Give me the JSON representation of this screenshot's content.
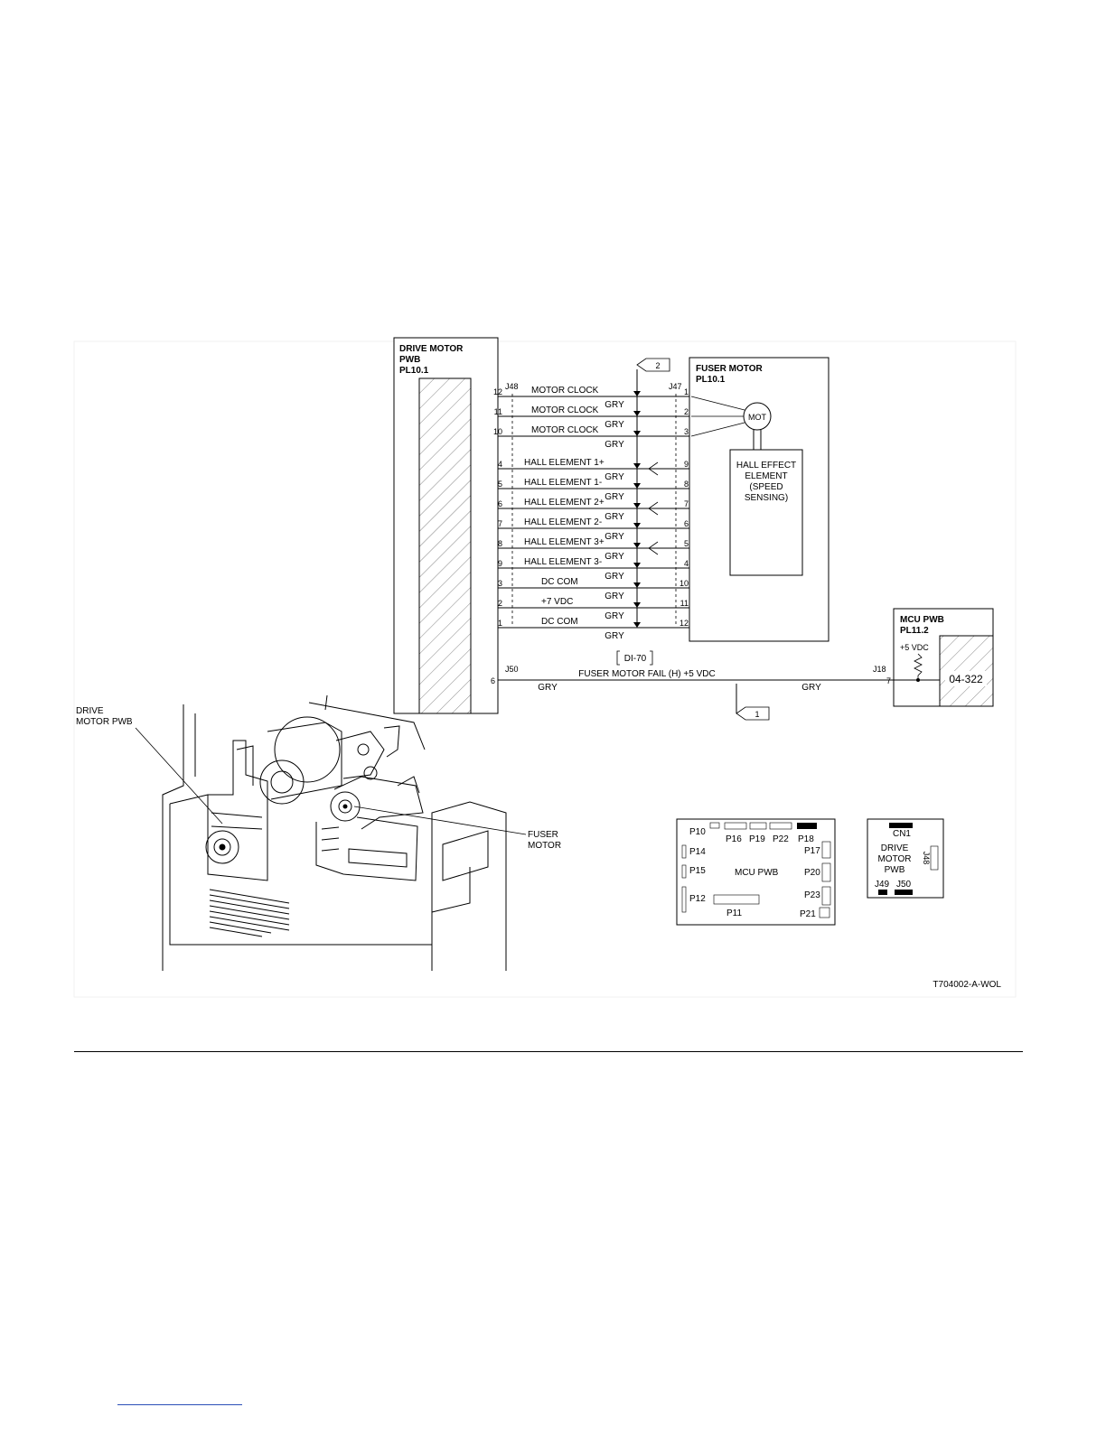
{
  "drive_pwb": {
    "title": [
      "DRIVE MOTOR",
      "PWB",
      "PL10.1"
    ],
    "conn_top": "J48",
    "conn_bottom": "J50"
  },
  "fuser_motor": {
    "title": [
      "FUSER MOTOR",
      "PL10.1"
    ],
    "conn": "J47",
    "mot": "MOT"
  },
  "hall_box": [
    "HALL EFFECT",
    "ELEMENT",
    "(SPEED",
    "SENSING)"
  ],
  "mcu_pwb": {
    "title": [
      "MCU PWB",
      "PL11.2"
    ],
    "conn": "J18",
    "voltage": "+5 VDC",
    "code": "04-322",
    "pin": "7"
  },
  "callout_top": "2",
  "callout_bottom": "1",
  "di_label": "DI-70",
  "fail_signal": {
    "label": "FUSER MOTOR FAIL (H) +5 VDC",
    "pin": "6",
    "color_left": "GRY",
    "color_right": "GRY"
  },
  "wires": [
    {
      "left": "12",
      "right": "1",
      "label": "MOTOR CLOCK",
      "color": "GRY"
    },
    {
      "left": "11",
      "right": "2",
      "label": "MOTOR CLOCK",
      "color": "GRY"
    },
    {
      "left": "10",
      "right": "3",
      "label": "MOTOR CLOCK",
      "color": "GRY"
    },
    {
      "left": "4",
      "right": "9",
      "label": "HALL ELEMENT 1+",
      "color": "GRY"
    },
    {
      "left": "5",
      "right": "8",
      "label": "HALL ELEMENT 1-",
      "color": "GRY"
    },
    {
      "left": "6",
      "right": "7",
      "label": "HALL ELEMENT 2+",
      "color": "GRY"
    },
    {
      "left": "7",
      "right": "6",
      "label": "HALL ELEMENT 2-",
      "color": "GRY"
    },
    {
      "left": "8",
      "right": "5",
      "label": "HALL ELEMENT 3+",
      "color": "GRY"
    },
    {
      "left": "9",
      "right": "4",
      "label": "HALL ELEMENT 3-",
      "color": "GRY"
    },
    {
      "left": "3",
      "right": "10",
      "label": "DC COM",
      "color": "GRY"
    },
    {
      "left": "2",
      "right": "11",
      "label": "+7 VDC",
      "color": "GRY"
    },
    {
      "left": "1",
      "right": "12",
      "label": "DC COM",
      "color": "GRY"
    }
  ],
  "illustration": {
    "drive_label": [
      "DRIVE",
      "MOTOR PWB"
    ],
    "fuser_label": [
      "FUSER",
      "MOTOR"
    ]
  },
  "mcu_board": {
    "name": "MCU PWB",
    "labels": [
      "P10",
      "P16",
      "P19",
      "P22",
      "P18",
      "P17",
      "P14",
      "P15",
      "P20",
      "P12",
      "P23",
      "P11",
      "P21"
    ]
  },
  "drive_board": {
    "name": [
      "DRIVE",
      "MOTOR",
      "PWB"
    ],
    "cn": "CN1",
    "j48": "J48",
    "j49": "J49",
    "j50": "J50"
  },
  "figure_id": "T704002-A-WOL"
}
